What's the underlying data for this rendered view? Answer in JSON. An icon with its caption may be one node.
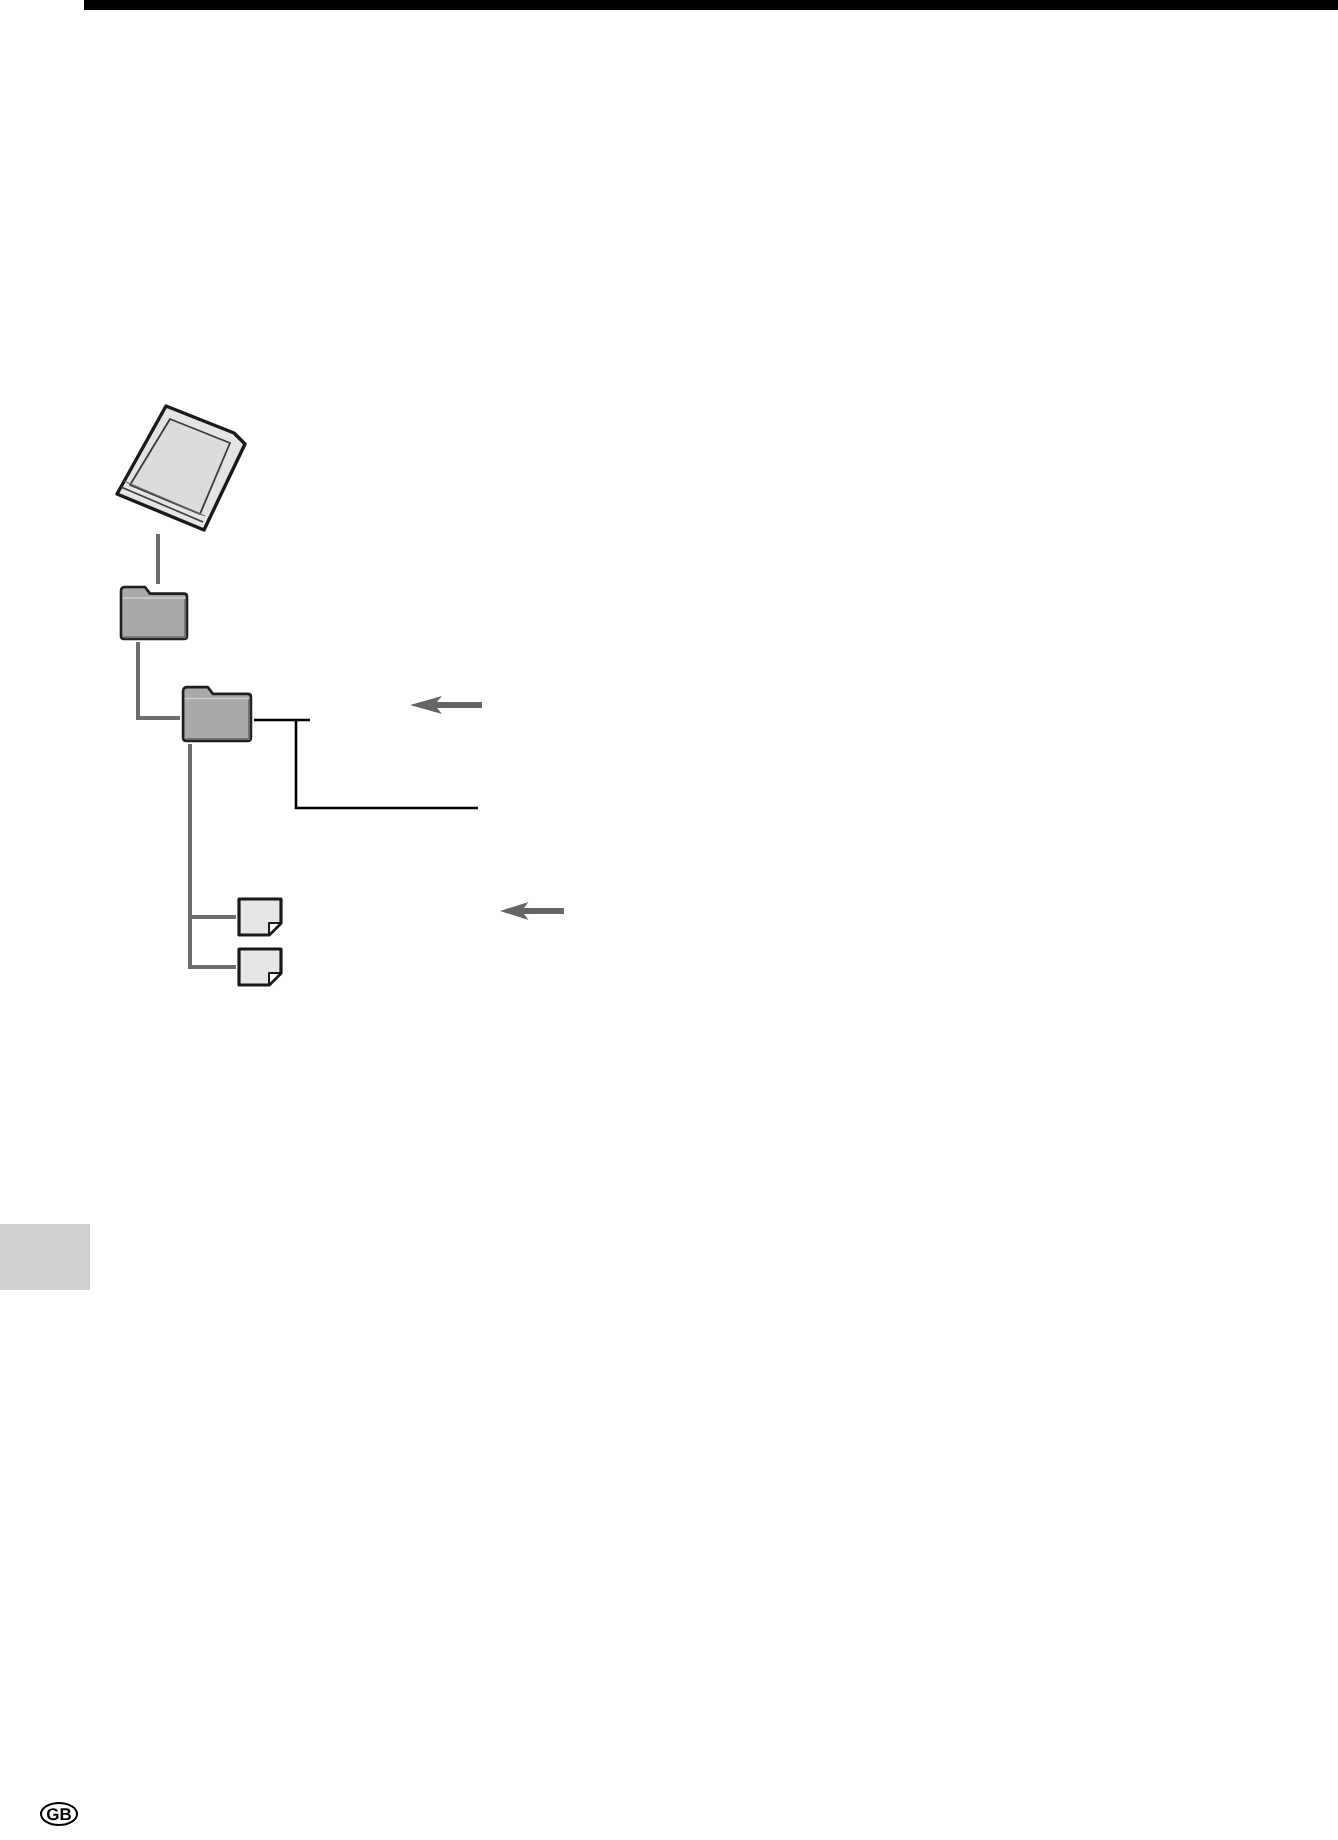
{
  "diagram": {
    "nodes": [
      {
        "text": [],
        "shape": "card"
      },
      {
        "text": [],
        "shape": "folder"
      },
      {
        "text": [],
        "shape": "folder"
      },
      {
        "text": [],
        "shape": "file"
      },
      {
        "text": [],
        "shape": "file"
      },
      {
        "text": [
          "GB"
        ]
      }
    ],
    "edges": [
      {
        "from": 0,
        "to": 1,
        "arrow": "none"
      },
      {
        "from": 1,
        "to": 2,
        "arrow": "none"
      },
      {
        "from": 2,
        "to": 3,
        "arrow": "none"
      },
      {
        "from": 2,
        "to": 4,
        "arrow": "none"
      },
      {
        "from": 2,
        "to": null,
        "arrow": "none",
        "color": "#000000"
      }
    ]
  }
}
